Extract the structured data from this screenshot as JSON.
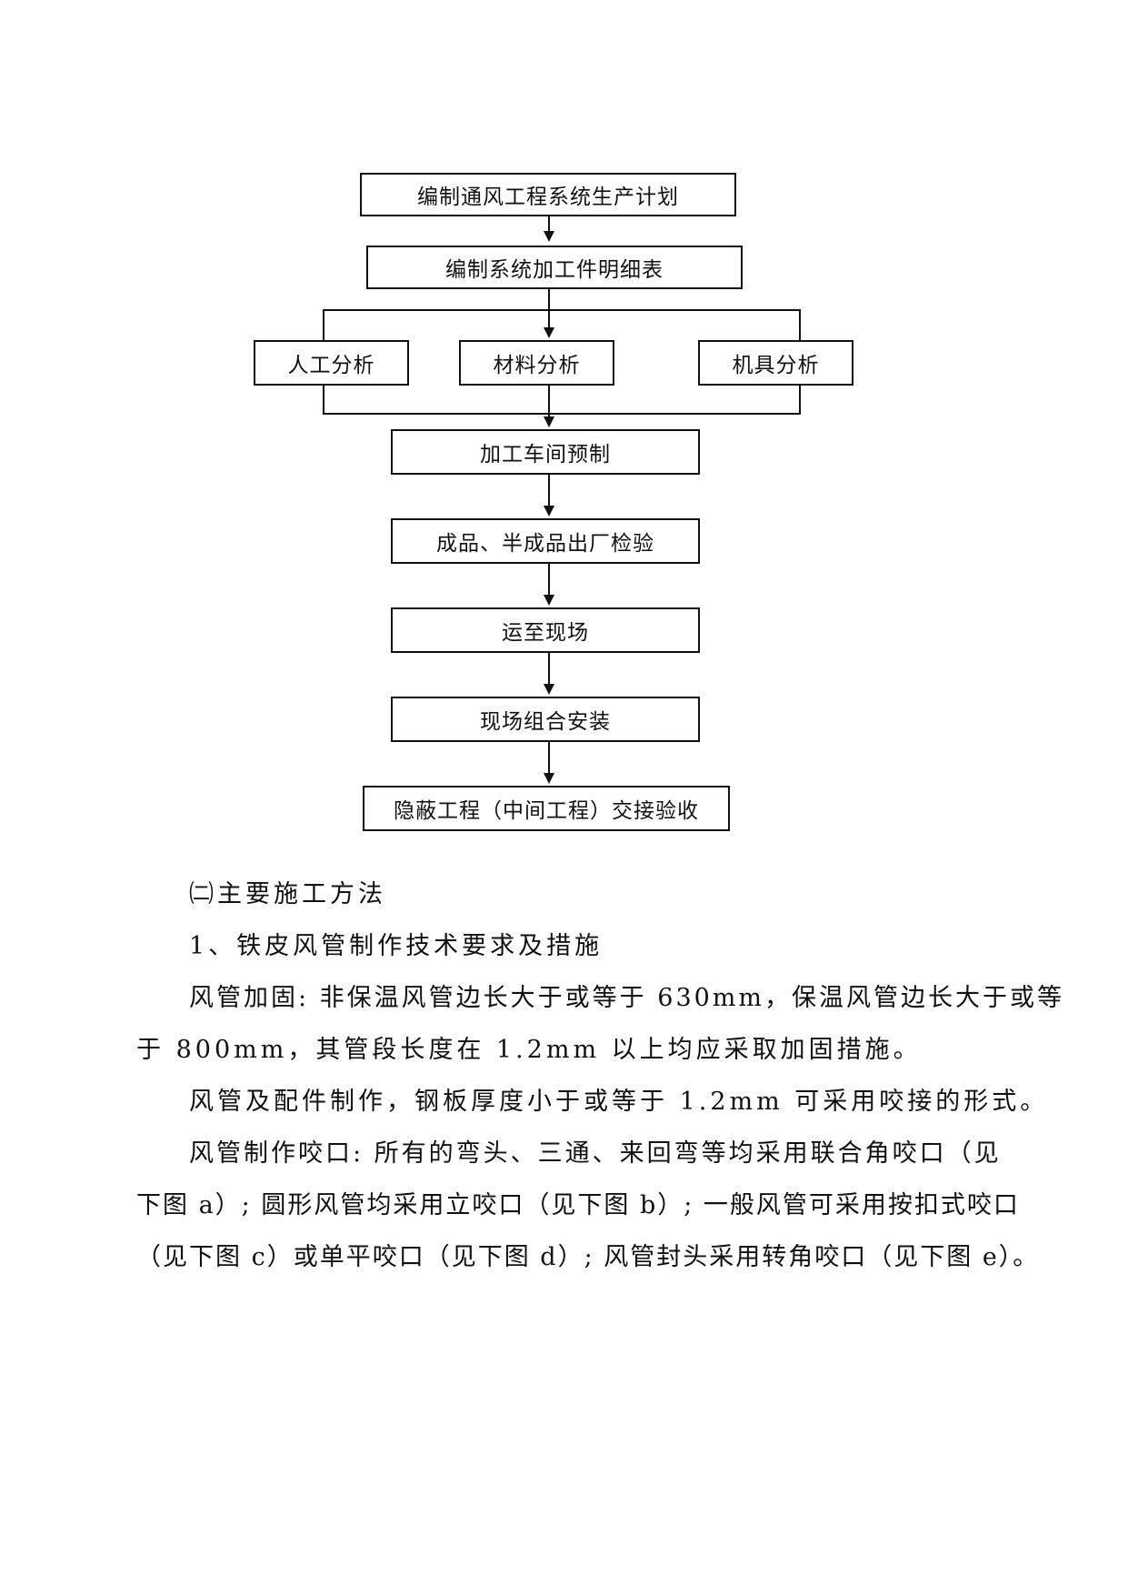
{
  "flowchart": {
    "step1": "编制通风工程系统生产计划",
    "step2": "编制系统加工件明细表",
    "branches": [
      "人工分析",
      "材料分析",
      "机具分析"
    ],
    "step3": "加工车间预制",
    "step4": "成品、半成品出厂检验",
    "step5": "运至现场",
    "step6": "现场组合安装",
    "step7": "隐蔽工程（中间工程）交接验收"
  },
  "text": {
    "section_heading": "㈡主要施工方法",
    "subheading": "1、铁皮风管制作技术要求及措施",
    "para1_line1": "风管加固: 非保温风管边长大于或等于 630mm，保温风管边长大于或等",
    "para1_line2": "于 800mm，其管段长度在 1.2mm 以上均应采取加固措施。",
    "para2": "风管及配件制作，钢板厚度小于或等于 1.2mm 可采用咬接的形式。",
    "para3_line1": "风管制作咬口: 所有的弯头、三通、来回弯等均采用联合角咬口（见",
    "para3_line2": "下图 a）; 圆形风管均采用立咬口（见下图 b）; 一般风管可采用按扣式咬口",
    "para3_line3": "（见下图 c）或单平咬口（见下图 d）; 风管封头采用转角咬口（见下图 e）。"
  }
}
